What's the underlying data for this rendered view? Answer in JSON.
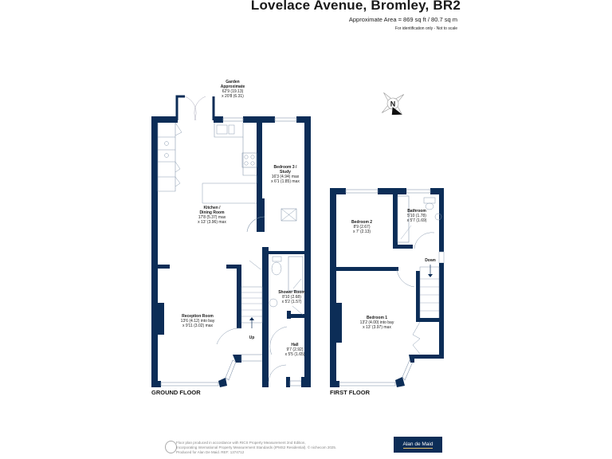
{
  "header": {
    "title": "Lovelace Avenue, Bromley, BR2",
    "area": "Approximate Area = 869 sq ft / 80.7 sq m",
    "note": "For identification only - Not to scale"
  },
  "compass": {
    "label": "N"
  },
  "garden": {
    "name": "Garden",
    "line2": "Approximate",
    "dim1": "62'9 (19.13)",
    "dim2": "x 20'8 (6.31)"
  },
  "ground_floor": {
    "label": "GROUND FLOOR",
    "rooms": [
      {
        "name": "Kitchen /",
        "name2": "Dining Room",
        "dim1": "17'8 (5.37) max",
        "dim2": "x 13' (3.96) max"
      },
      {
        "name": "Bedroom 3 /",
        "name2": "Study",
        "dim1": "16'3 (4.94) max",
        "dim2": "x 6'1 (1.85) max"
      },
      {
        "name": "Shower Room",
        "dim1": "8'10 (2.68)",
        "dim2": "x 5'2 (1.57)"
      },
      {
        "name": "Reception Room",
        "dim1": "13'6 (4.12) into bay",
        "dim2": "x 9'11 (3.02) max"
      },
      {
        "name": "Hall",
        "dim1": "9'7 (2.92)",
        "dim2": "x 5'5 (1.65)"
      }
    ],
    "stairs_label": "Up"
  },
  "first_floor": {
    "label": "FIRST FLOOR",
    "rooms": [
      {
        "name": "Bedroom 2",
        "dim1": "8'9 (2.67)",
        "dim2": "x 7' (2.13)"
      },
      {
        "name": "Bathroom",
        "dim1": "5'10 (1.78)",
        "dim2": "x 5'7 (1.69)"
      },
      {
        "name": "Bedroom 1",
        "dim1": "13'2 (4.00) into bay",
        "dim2": "x 13' (3.97) max"
      }
    ],
    "stairs_label": "Down"
  },
  "footer": {
    "line1": "Floor plan produced in accordance with RICS Property Measurement 2nd Edition,",
    "line2": "Incorporating International Property Measurement Standards (IPMS2 Residential).   © nichecom 2025.",
    "line3": "Produced for Alan De Maid.    REF: 1374712",
    "brand": "Alan de Maid"
  },
  "colors": {
    "wall": "#0c2d57",
    "line": "#8a9bb0",
    "brand": "#0c2d57"
  }
}
